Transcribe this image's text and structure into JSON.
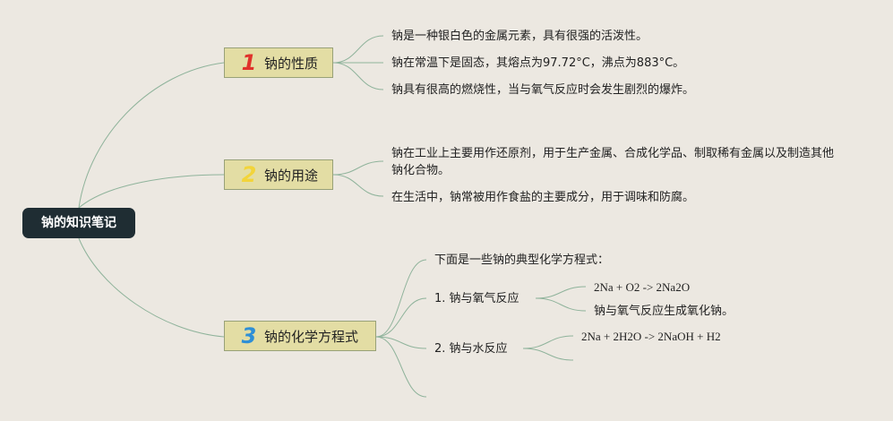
{
  "root": {
    "label": "钠的知识笔记"
  },
  "branches": [
    {
      "number": "1",
      "number_color": "#E0322B",
      "label": "钠的性质",
      "items": [
        "钠是一种银白色的金属元素，具有很强的活泼性。",
        "钠在常温下是固态，其熔点为97.72°C，沸点为883°C。",
        "钠具有很高的燃烧性，当与氧气反应时会发生剧烈的爆炸。"
      ]
    },
    {
      "number": "2",
      "number_color": "#F2D43A",
      "label": "钠的用途",
      "items": [
        "钠在工业上主要用作还原剂，用于生产金属、合成化学品、制取稀有金属以及制造其他钠化合物。",
        "在生活中，钠常被用作食盐的主要成分，用于调味和防腐。"
      ]
    },
    {
      "number": "3",
      "number_color": "#2E8FD6",
      "label": "钠的化学方程式",
      "intro": "下面是一些钠的典型化学方程式：",
      "reactions": [
        {
          "label": "1. 钠与氧气反应",
          "equation": "2Na + O2 -> 2Na2O",
          "note": "钠与氧气反应生成氧化钠。"
        },
        {
          "label": "2. 钠与水反应",
          "equation": "2Na + 2H2O -> 2NaOH + H2",
          "note": ""
        }
      ]
    }
  ],
  "colors": {
    "line": "#8FB39B",
    "background": "#ECE8E1"
  }
}
